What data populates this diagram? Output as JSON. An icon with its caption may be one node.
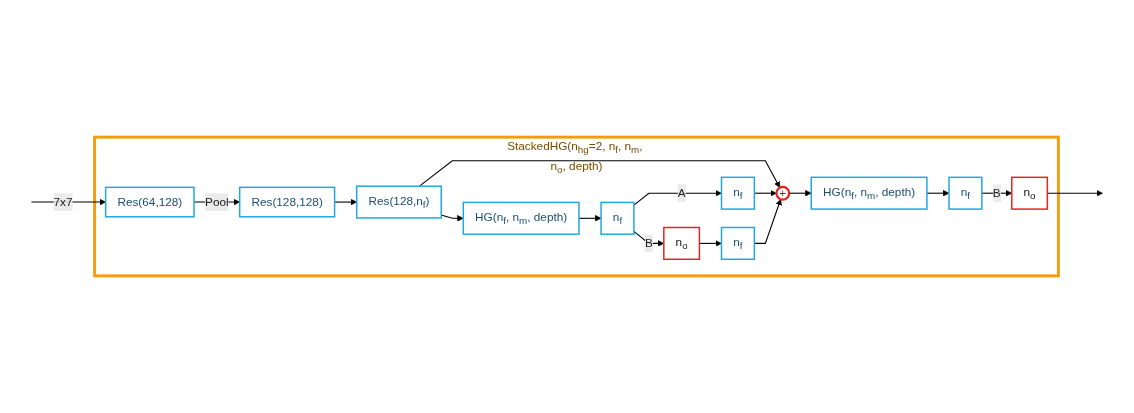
{
  "diagram": {
    "nodes": [
      {
        "text": [
          "StackedHG(n$_{hg}$=2, n$_{f}$, n$_{m}$, n$_{o}$, depth)"
        ]
      },
      {
        "text": [
          "Res(64,128)"
        ],
        "in": 0
      },
      {
        "text": [
          "Res(128,128)"
        ],
        "in": 0
      },
      {
        "text": [
          "Res(128,n$_{f}$)"
        ],
        "in": 0
      },
      {
        "text": [
          "HG(n$_{f}$, n$_{m}$, depth)"
        ],
        "in": 0
      },
      {
        "text": [
          "n$_{f}$"
        ],
        "in": 0
      },
      {
        "text": [
          "n$_{f}$"
        ],
        "in": 0
      },
      {
        "text": [
          "+"
        ],
        "in": 0
      },
      {
        "text": [
          "HG(n$_{f}$, n$_{m}$, depth)"
        ],
        "in": 0
      },
      {
        "text": [
          "n$_{f}$"
        ],
        "in": 0
      },
      {
        "text": [
          "n$_{o}$"
        ],
        "in": 0
      },
      {
        "text": [
          "n$_{o}$"
        ],
        "in": 0
      },
      {
        "text": [
          "n$_{f}$"
        ],
        "in": 0
      }
    ],
    "edges": [
      {
        "from": null,
        "to": 1,
        "arrow": "to",
        "label": "7x7"
      },
      {
        "from": 1,
        "to": 2,
        "arrow": "to",
        "label": "Pool"
      },
      {
        "from": 2,
        "to": 3,
        "arrow": "to"
      },
      {
        "from": 3,
        "to": 4,
        "arrow": "to"
      },
      {
        "from": 3,
        "to": 7,
        "arrow": "to"
      },
      {
        "from": 4,
        "to": 5,
        "arrow": "to"
      },
      {
        "from": 5,
        "to": 6,
        "arrow": "to",
        "label": "A"
      },
      {
        "from": 6,
        "to": 7,
        "arrow": "to"
      },
      {
        "from": 7,
        "to": 8,
        "arrow": "to"
      },
      {
        "from": 8,
        "to": 9,
        "arrow": "to"
      },
      {
        "from": 9,
        "to": 10,
        "arrow": "to",
        "label": "B"
      },
      {
        "from": 10,
        "to": null,
        "arrow": "to"
      },
      {
        "from": 5,
        "to": 11,
        "arrow": "to",
        "label": "B"
      },
      {
        "from": 11,
        "to": 12,
        "arrow": "to"
      },
      {
        "from": 12,
        "to": 7,
        "arrow": "to"
      }
    ]
  }
}
